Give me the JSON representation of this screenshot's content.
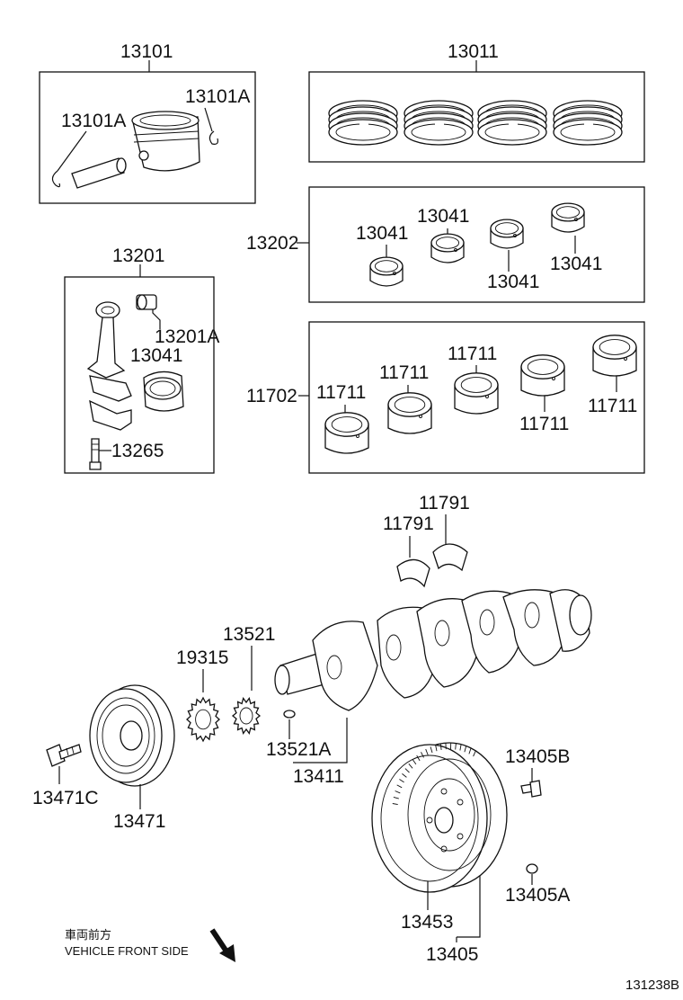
{
  "labels": {
    "piston_group": "13101",
    "piston_pin_ring_left": "13101A",
    "piston_pin_ring_right": "13101A",
    "ring_set": "13011",
    "rod_bearing_group": "13202",
    "rod_bearing_1": "13041",
    "rod_bearing_2": "13041",
    "rod_bearing_3": "13041",
    "rod_bearing_4": "13041",
    "main_bearing_group": "11702",
    "main_bearing_1": "11711",
    "main_bearing_2": "11711",
    "main_bearing_3": "11711",
    "main_bearing_4": "11711",
    "main_bearing_5": "11711",
    "conrod_group": "13201",
    "conrod_bushing": "13201A",
    "conrod_bearing": "13041",
    "conrod_bolt": "13265",
    "thrust_washer_upper": "11791",
    "thrust_washer_lower": "11791",
    "crank_gear": "13521",
    "oil_pump_gear": "19315",
    "crank_key": "13521A",
    "crankshaft": "13411",
    "pulley_bolt": "13471C",
    "crank_pulley": "13471",
    "flywheel_bolt": "13405B",
    "flywheel_pin": "13405A",
    "ring_gear": "13453",
    "flywheel": "13405"
  },
  "direction": {
    "japanese": "車両前方",
    "english": "VEHICLE FRONT SIDE"
  },
  "diagram_ref": "131238B"
}
